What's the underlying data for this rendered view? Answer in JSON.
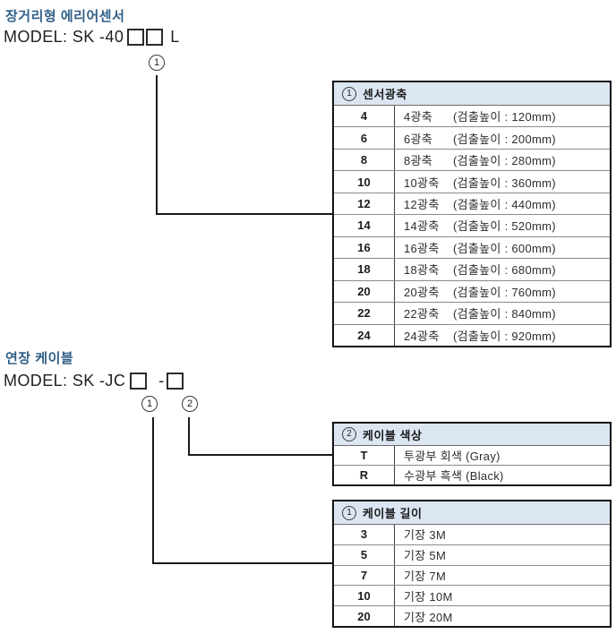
{
  "colors": {
    "title_blue": "#305f87",
    "table_header_bg": "#dce6f2",
    "table_outer_border": "#141414",
    "table_inner_border": "#8a8a8a",
    "connector": "#1a1a1a"
  },
  "section1": {
    "title": "장거리형 에리어센서",
    "model_prefix": "MODEL: SK -40",
    "model_suffix": "L",
    "marker": "1",
    "table": {
      "header_marker": "1",
      "header_label": "센서광축",
      "rows": [
        {
          "code": "4",
          "axis": "4광축",
          "desc": "(검출높이 : 120mm)"
        },
        {
          "code": "6",
          "axis": "6광축",
          "desc": "(검출높이 : 200mm)"
        },
        {
          "code": "8",
          "axis": "8광축",
          "desc": "(검출높이 : 280mm)"
        },
        {
          "code": "10",
          "axis": "10광축",
          "desc": "(검출높이 : 360mm)"
        },
        {
          "code": "12",
          "axis": "12광축",
          "desc": "(검출높이 : 440mm)"
        },
        {
          "code": "14",
          "axis": "14광축",
          "desc": "(검출높이 : 520mm)"
        },
        {
          "code": "16",
          "axis": "16광축",
          "desc": "(검출높이 : 600mm)"
        },
        {
          "code": "18",
          "axis": "18광축",
          "desc": "(검출높이 : 680mm)"
        },
        {
          "code": "20",
          "axis": "20광축",
          "desc": "(검출높이 : 760mm)"
        },
        {
          "code": "22",
          "axis": "22광축",
          "desc": "(검출높이 : 840mm)"
        },
        {
          "code": "24",
          "axis": "24광축",
          "desc": "(검출높이 : 920mm)"
        }
      ]
    }
  },
  "section2": {
    "title": "연장 케이블",
    "model_prefix": "MODEL: SK -JC",
    "model_hyphen": "-",
    "marker1": "1",
    "marker2": "2",
    "color_table": {
      "header_marker": "2",
      "header_label": "케이블 색상",
      "rows": [
        {
          "code": "T",
          "desc": "투광부 회색 (Gray)"
        },
        {
          "code": "R",
          "desc": "수광부 흑색 (Black)"
        }
      ]
    },
    "length_table": {
      "header_marker": "1",
      "header_label": "케이블 길이",
      "rows": [
        {
          "code": "3",
          "desc": "기장 3M"
        },
        {
          "code": "5",
          "desc": "기장 5M"
        },
        {
          "code": "7",
          "desc": "기장 7M"
        },
        {
          "code": "10",
          "desc": "기장 10M"
        },
        {
          "code": "20",
          "desc": "기장 20M"
        }
      ]
    }
  }
}
